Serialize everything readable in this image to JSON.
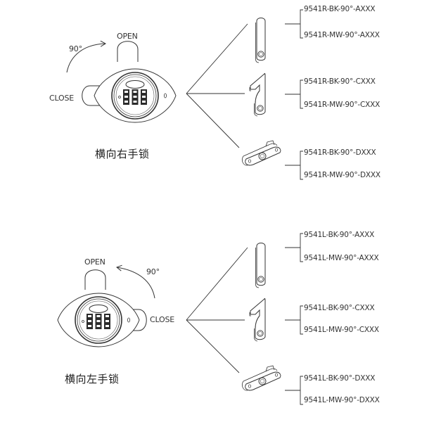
{
  "right_hand": {
    "title": "横向右手锁",
    "open_label": "OPEN",
    "close_label": "CLOSE",
    "angle_label": "90°",
    "cams": [
      {
        "type": "straight-cam",
        "codes": [
          "9541R-BK-90°-AXXX",
          "9541R-MW-90°-AXXX"
        ]
      },
      {
        "type": "hook-cam",
        "codes": [
          "9541R-BK-90°-CXXX",
          "9541R-MW-90°-CXXX"
        ]
      },
      {
        "type": "double-cam",
        "codes": [
          "9541R-BK-90°-DXXX",
          "9541R-MW-90°-DXXX"
        ]
      }
    ]
  },
  "left_hand": {
    "title": "横向左手锁",
    "open_label": "OPEN",
    "close_label": "CLOSE",
    "angle_label": "90°",
    "cams": [
      {
        "type": "straight-cam",
        "codes": [
          "9541L-BK-90°-AXXX",
          "9541L-MW-90°-AXXX"
        ]
      },
      {
        "type": "hook-cam",
        "codes": [
          "9541L-BK-90°-CXXX",
          "9541L-MW-90°-CXXX"
        ]
      },
      {
        "type": "double-cam",
        "codes": [
          "9541L-BK-90°-DXXX",
          "9541L-MW-90°-DXXX"
        ]
      }
    ]
  },
  "colors": {
    "line": "#3a3a3a",
    "dial": "#2b2b2b",
    "background": "#ffffff"
  }
}
